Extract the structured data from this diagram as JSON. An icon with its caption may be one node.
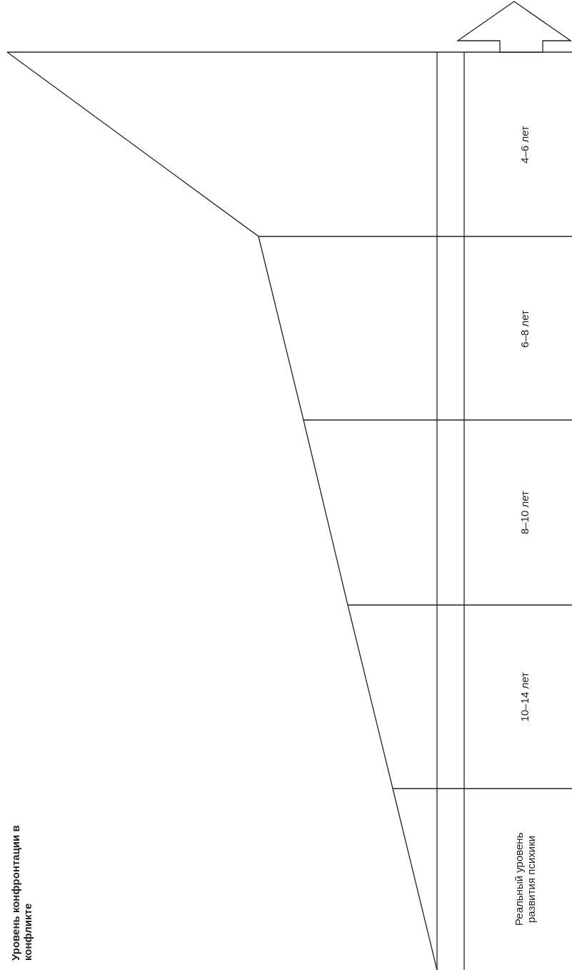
{
  "diagram": {
    "labels": [
      "4–6 лет",
      "6–8 лет",
      "8–10 лет",
      "10–14 лет",
      "Реальный уровень развития психики",
      "Уровень конфронтации в конфликте"
    ]
  }
}
